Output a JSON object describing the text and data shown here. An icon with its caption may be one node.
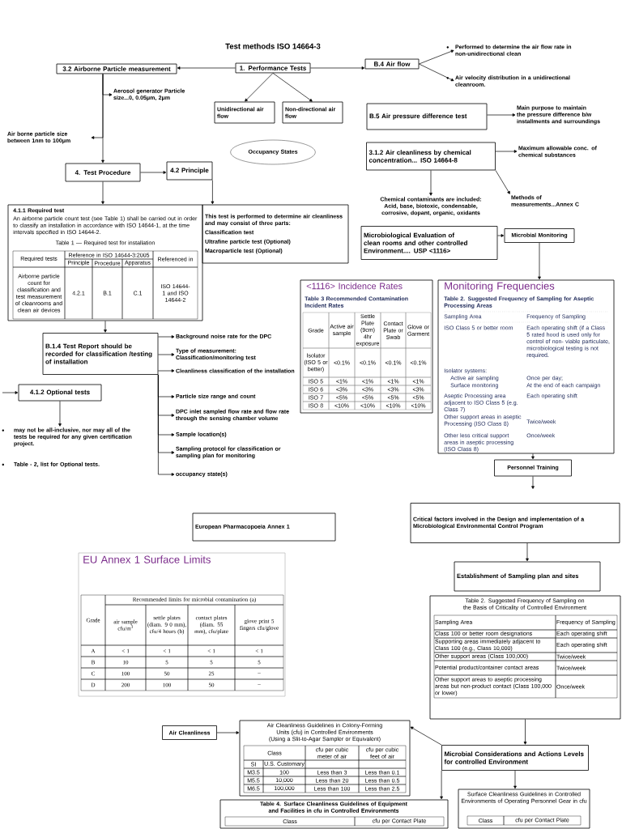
{
  "diagram": {
    "title": "Test methods ISO 14664-3",
    "nodes": [
      {
        "text": [
          "1.   Performance Tests"
        ]
      },
      {
        "text": [
          "3.2 Airborne Particle measurement"
        ]
      },
      {
        "text": [
          "B.4 Air flow"
        ]
      },
      {
        "text": [
          "Performed to determine the air flow rate in non-unidirectional clean"
        ]
      },
      {
        "text": [
          "Air velocity distribution in a unidirectional cleanroom."
        ]
      },
      {
        "text": [
          "Unidirectional air flow"
        ]
      },
      {
        "text": [
          "Non-directional air flow"
        ]
      },
      {
        "text": [
          "Occupancy States"
        ]
      },
      {
        "text": [
          "Aerosol generator Particle size...0, 0.05μm, 2μm"
        ]
      },
      {
        "text": [
          "Air borne particle size between 1nm to 100μm"
        ]
      },
      {
        "text": [
          "4. Test Procedure"
        ]
      },
      {
        "text": [
          "4.2 Principle"
        ]
      },
      {
        "text": [
          "4.1.1 Required test",
          "An airborne particle count test (see Table 1) shall be carried out in order to classify an installation in accordance with ISO 14644-1, at the time intervals specified in ISO 14644-2.",
          "Table 1 — Required test for installation",
          "Required tests",
          "Reference in ISO 14644-3:2005",
          "Referenced in",
          "Principle",
          "Procedure",
          "Apparatus",
          "Airborne particle count for classification and test measurement of cleanrooms and clean air devices",
          "4.2.1",
          "B.1",
          "C.1",
          "ISO 14644-1 and ISO 14644-2"
        ]
      },
      {
        "text": [
          "This test is performed to determine air cleanliness and may consist of three parts:",
          "Classification test",
          "Ultrafine particle test (Optional)",
          "Macroparticle test (Optional)"
        ]
      },
      {
        "text": [
          "B.5 Air pressure difference test"
        ]
      },
      {
        "text": [
          "Main purpose to maintain the pressure difference b/w installments and surroundings"
        ]
      },
      {
        "text": [
          "3.1.2 Air cleanliness by chemical concentration... ISO 14664-8"
        ]
      },
      {
        "text": [
          "Maximum allowable conc. of chemical substances"
        ]
      },
      {
        "text": [
          "Chemical contaminants are included: Acid, base, biotoxic, condensable, corrosive, dopant, organic, oxidants"
        ]
      },
      {
        "text": [
          "Methods of measurements...Annex C"
        ]
      },
      {
        "text": [
          "Microbiological Evaluation of clean rooms and other controlled Environment.... USP <1116>"
        ]
      },
      {
        "text": [
          "Microbial Monitoring"
        ]
      },
      {
        "text": [
          "<1116> Incidence Rates",
          "Table 3 Recommended Contamination Incident Rates",
          "Grade",
          "Active air sample",
          "Settle Plate (9cm) 4hr exposure",
          "Contact Plate or Swab",
          "Glove or Garment",
          "Isolator (ISO 5 or better)",
          "<0.1%",
          "<0.1%",
          "<0.1%",
          "<0.1%",
          "ISO 5",
          "<1%",
          "<1%",
          "<1%",
          "<1%",
          "ISO 6",
          "<3%",
          "<3%",
          "<3%",
          "<3%",
          "ISO 7",
          "<5%",
          "<5%",
          "<5%",
          "<5%",
          "ISO 8",
          "<10%",
          "<10%",
          "<10%",
          "<10%"
        ]
      },
      {
        "text": [
          "Monitoring Frequencies",
          "Table 2. Suggested Frequency of Sampling for Aseptic Processing Areas",
          "Sampling Area",
          "Frequency of Sampling",
          "ISO Class 5 or better room",
          "Each operating shift (if a Class 5 rated hood is used only for control of non- viable particulate, microbiological testing is not required.",
          "Isolator systems:",
          "Active air sampling",
          "Once per day;",
          "Surface monitoring",
          "At the end of each campaign",
          "Aseptic Processing area adjacent to ISO Class 5 (e.g. Class 7)",
          "Each operating shift",
          "Other support areas in aseptic Processing (ISO Class 8)",
          "Twice/week",
          "Other less critical support areas in aseptic processing (ISO Class 8)",
          "Once/week"
        ]
      },
      {
        "text": [
          "Personnel Training"
        ]
      },
      {
        "text": [
          "B.1.4 Test Report should be recorded for classification /testing of installation"
        ]
      },
      {
        "text": [
          "Background noise rate for the DPC"
        ]
      },
      {
        "text": [
          "Type of measurement: Classification/monitoring test"
        ]
      },
      {
        "text": [
          "Cleanliness classification of the installation"
        ]
      },
      {
        "text": [
          "Particle size range and count"
        ]
      },
      {
        "text": [
          "DPC inlet sampled flow rate and flow rate through the sensing chamber volume"
        ]
      },
      {
        "text": [
          "Sample location(s)"
        ]
      },
      {
        "text": [
          "Sampling protocol for classification or sampling plan for monitoring"
        ]
      },
      {
        "text": [
          "occupancy state(s)"
        ]
      },
      {
        "text": [
          "4.1.2 Optional tests"
        ]
      },
      {
        "text": [
          "may not be all-inclusive, nor may all of the tests be required for any given certification project."
        ]
      },
      {
        "text": [
          "Table - 2, list for Optional tests."
        ]
      },
      {
        "text": [
          "European Pharmacopoeia Annex 1"
        ]
      },
      {
        "text": [
          "EU Annex 1 Surface Limits",
          "Grade",
          "Recommended limits for microbial contamination (a)",
          "air sample cfu/m$^{3}$",
          "settle plates (diam. 9 0 mm), cfu/4 hours (b)",
          "contact plates (diam. 55 mm), cfu/plate",
          "glove print 5 fingers cfu/glove",
          "A",
          "< 1",
          "< 1",
          "< 1",
          "< 1",
          "B",
          "10",
          "5",
          "5",
          "5",
          "C",
          "100",
          "50",
          "25",
          "–",
          "D",
          "200",
          "100",
          "50",
          "–"
        ]
      },
      {
        "text": [
          "Critical factors involved in the Design and implementation of a Microbiological Environmental Control Program"
        ]
      },
      {
        "text": [
          "Establishment of Sampling plan and sites"
        ]
      },
      {
        "text": [
          "Table 2. Suggested Frequency of Sampling on the Basis of Criticality of Controlled Environment",
          "Sampling Area",
          "Frequency of Sampling",
          "Class 100 or better room designations",
          "Each operating shift",
          "Supporting areas immediately adjacent to Class 100 (e.g., Class 10,000)",
          "Each operating shift",
          "Other support areas (Class 100,000)",
          "Twice/week",
          "Potential product/container contact areas",
          "Twice/week",
          "Other support areas to aseptic processing areas but non-product contact (Class 100,000 or lower)",
          "Once/week"
        ]
      },
      {
        "text": [
          "Air Cleanliness"
        ]
      },
      {
        "text": [
          "Air Cleanliness Guidelines in Colony-Forming Units (cfu) in Controlled Environments (Using a Slit-to-Agar Sampler or Equivalent)",
          "Class",
          "cfu per cubic meter of air",
          "cfu per cubic feet of air",
          "SI",
          "U.S. Customary",
          "M3.5",
          "100",
          "Less than 3",
          "Less than 0.1",
          "M5.5",
          "10,000",
          "Less than 20",
          "Less than 0.5",
          "M6.5",
          "100,000",
          "Less than 100",
          "Less than 2.5"
        ]
      },
      {
        "text": [
          "Microbial Considerations and Actions Levels for controlled Environment"
        ]
      },
      {
        "text": [
          "Table 4. Surface Cleanliness Guidelines of Equipment and Facilities in cfu in Controlled Environments",
          "Class",
          "cfu per Contact Plate"
        ]
      },
      {
        "text": [
          "Surface Cleanliness Guidelines in Controlled Environments of Operating Personnel Gear in cfu",
          "Class",
          "cfu per Contact Plate"
        ]
      }
    ],
    "edges": [
      {
        "from": 0,
        "to": 1,
        "arrow": "to"
      },
      {
        "from": 0,
        "to": 2,
        "arrow": "to"
      },
      {
        "from": 2,
        "to": 3,
        "arrow": "to"
      },
      {
        "from": 2,
        "to": 4,
        "arrow": "to"
      },
      {
        "from": 0,
        "to": 5,
        "arrow": "to"
      },
      {
        "from": 0,
        "to": 6,
        "arrow": "to"
      },
      {
        "from": 1,
        "to": 8,
        "arrow": "to"
      },
      {
        "from": 1,
        "to": 9,
        "arrow": "to"
      },
      {
        "from": 1,
        "to": 10,
        "arrow": "to"
      },
      {
        "from": 10,
        "to": 11,
        "arrow": "to"
      },
      {
        "from": 10,
        "to": 12,
        "arrow": "to"
      },
      {
        "from": 11,
        "to": 13,
        "arrow": "to"
      },
      {
        "from": 14,
        "to": 15,
        "arrow": "to"
      },
      {
        "from": 16,
        "to": 17,
        "arrow": "to"
      },
      {
        "from": 16,
        "to": 18,
        "arrow": "to"
      },
      {
        "from": 16,
        "to": 19,
        "arrow": "to"
      },
      {
        "from": 20,
        "to": 21,
        "arrow": "to"
      },
      {
        "from": 21,
        "to": 23,
        "arrow": "to"
      },
      {
        "from": 23,
        "to": 24,
        "arrow": "to"
      },
      {
        "from": 24,
        "to": null,
        "arrow": "to"
      },
      {
        "from": 12,
        "to": 25,
        "arrow": "to"
      },
      {
        "from": 25,
        "to": 26,
        "arrow": "to"
      },
      {
        "from": 25,
        "to": 27,
        "arrow": "to"
      },
      {
        "from": 25,
        "to": 28,
        "arrow": "to"
      },
      {
        "from": 25,
        "to": 29,
        "arrow": "to"
      },
      {
        "from": 25,
        "to": 30,
        "arrow": "to"
      },
      {
        "from": 25,
        "to": 31,
        "arrow": "to"
      },
      {
        "from": 25,
        "to": 32,
        "arrow": "to"
      },
      {
        "from": 25,
        "to": 33,
        "arrow": "to"
      },
      {
        "from": null,
        "to": 34,
        "arrow": "to"
      },
      {
        "from": 34,
        "to": 35,
        "arrow": "to"
      },
      {
        "from": 39,
        "to": 40,
        "arrow": "to"
      },
      {
        "from": 41,
        "to": 44,
        "arrow": "to"
      },
      {
        "from": 42,
        "to": 43,
        "arrow": "to"
      },
      {
        "from": 44,
        "to": 43,
        "arrow": "to"
      },
      {
        "from": 44,
        "to": 45,
        "arrow": "to"
      },
      {
        "from": 44,
        "to": 46,
        "arrow": "to"
      }
    ]
  }
}
